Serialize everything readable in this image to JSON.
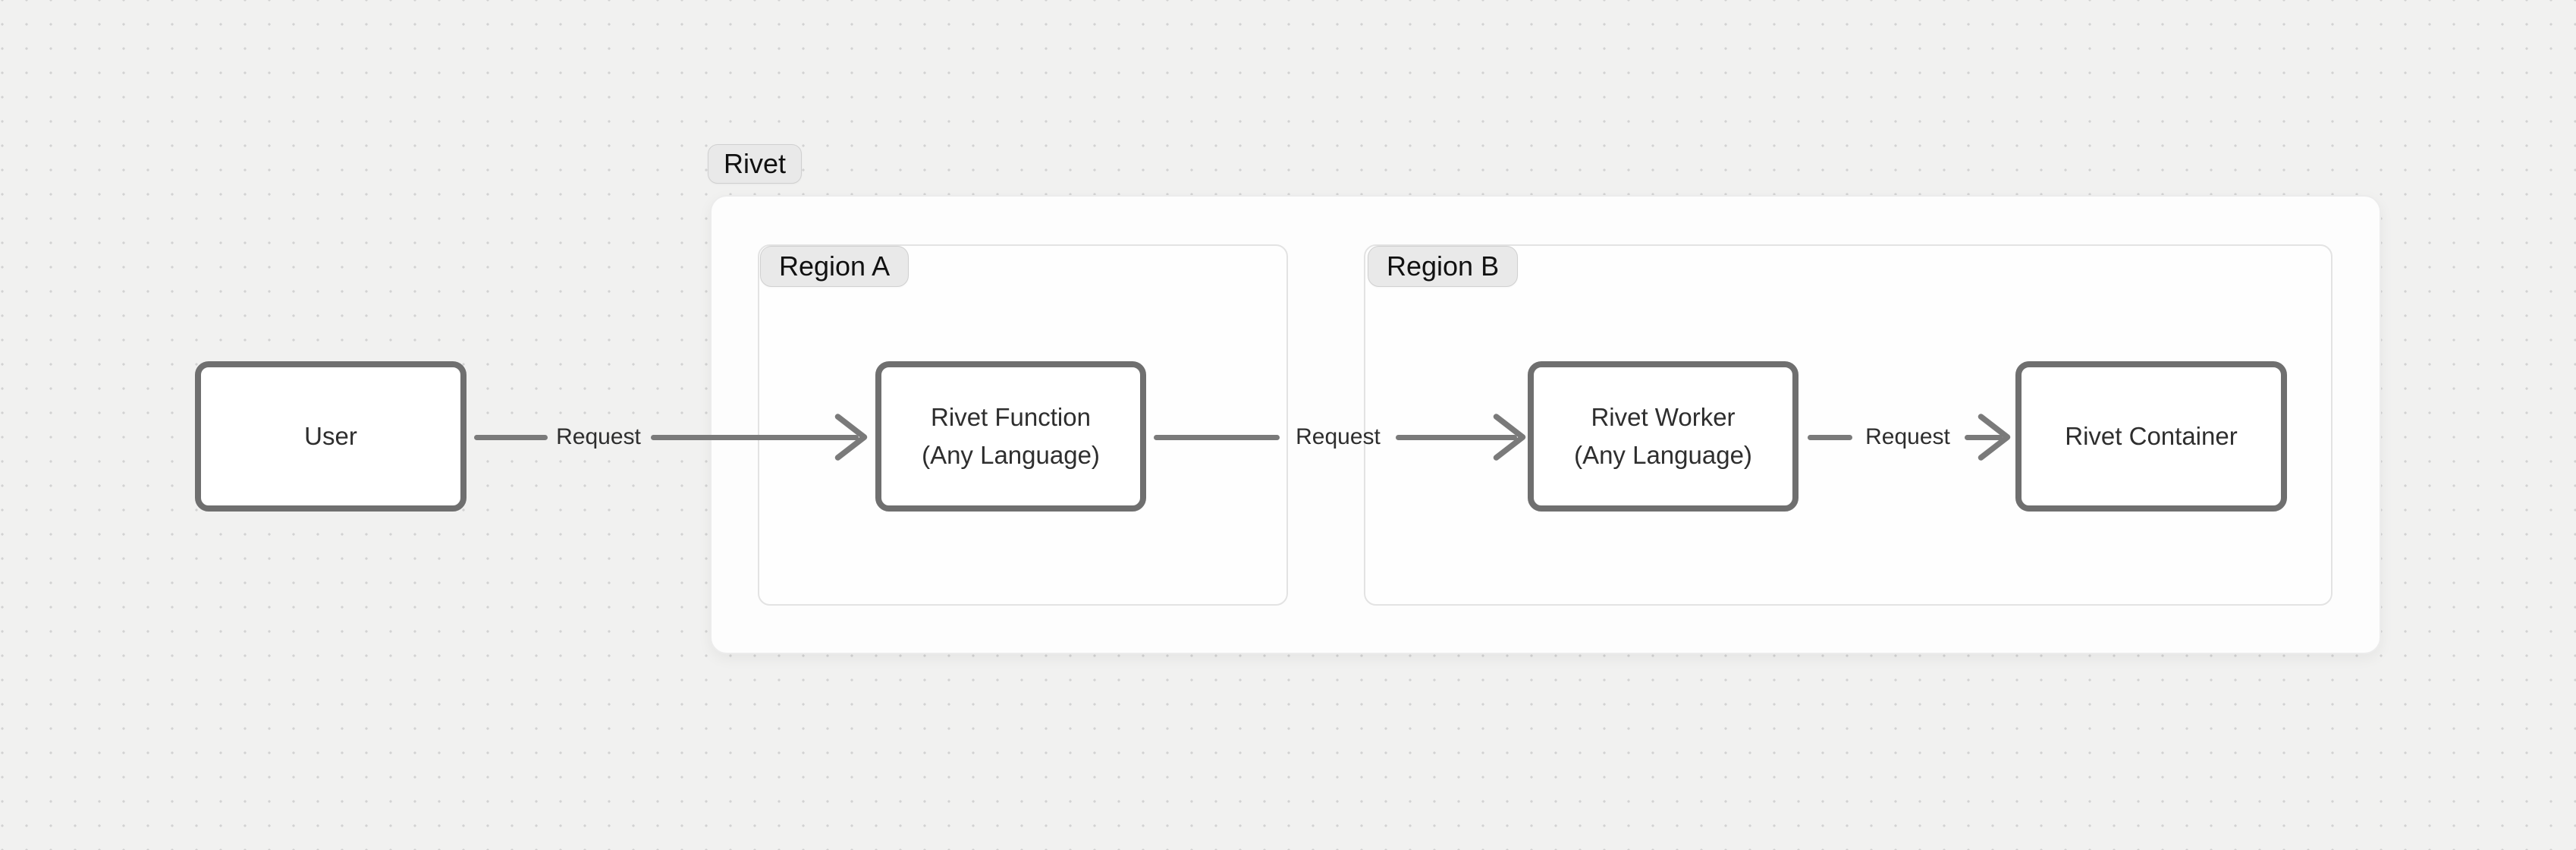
{
  "diagram": {
    "group": {
      "label": "Rivet"
    },
    "regions": [
      {
        "id": "region-a",
        "label": "Region A"
      },
      {
        "id": "region-b",
        "label": "Region B"
      }
    ],
    "nodes": {
      "user": {
        "lines": [
          "User"
        ]
      },
      "rivet_function": {
        "lines": [
          "Rivet Function",
          "(Any Language)"
        ]
      },
      "rivet_worker": {
        "lines": [
          "Rivet Worker",
          "(Any Language)"
        ]
      },
      "rivet_container": {
        "lines": [
          "Rivet Container"
        ]
      }
    },
    "edges": [
      {
        "from": "User",
        "to": "Rivet Function",
        "label": "Request"
      },
      {
        "from": "Rivet Function",
        "to": "Rivet Worker",
        "label": "Request"
      },
      {
        "from": "Rivet Worker",
        "to": "Rivet Container",
        "label": "Request"
      }
    ],
    "colors": {
      "canvas_bg": "#f1f1f0",
      "dot": "#d2d2d2",
      "node_bg": "#ffffff",
      "node_border": "#6f6f6f",
      "node_text": "#2e2e2e",
      "arrow": "#7a7a7a",
      "edge_label_text": "#2e2e2e",
      "badge_bg": "#e9e9e9",
      "badge_border": "#d0d0d0",
      "badge_text": "#111111",
      "group_bg": "#fdfdfd",
      "group_border": "#ececec",
      "region_bg": "#fefefe",
      "region_border": "#e3e3e3"
    }
  }
}
